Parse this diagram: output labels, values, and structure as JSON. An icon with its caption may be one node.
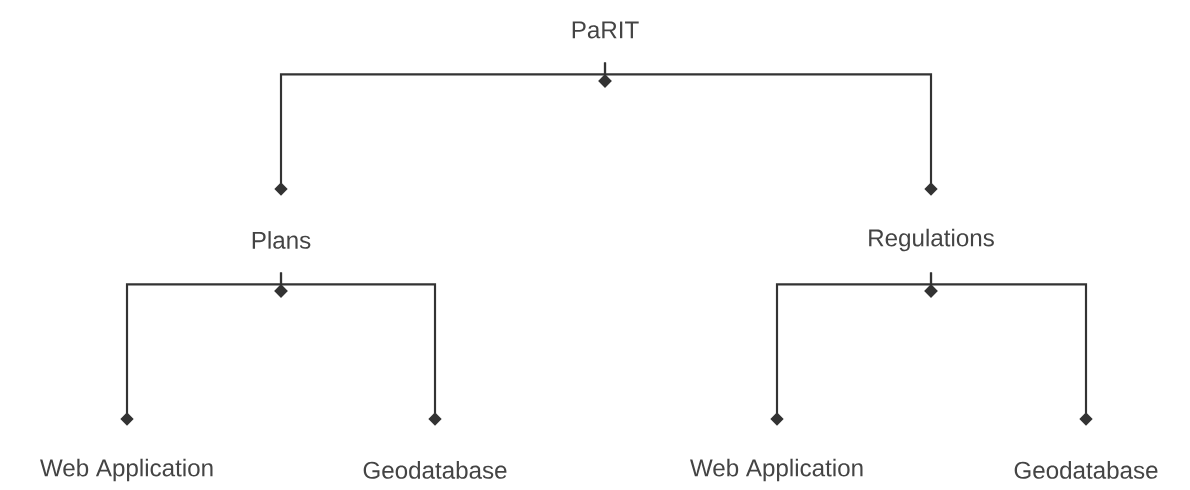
{
  "diagram": {
    "nodes": [
      {
        "text": [
          "PaRIT"
        ]
      },
      {
        "text": [
          "Plans"
        ]
      },
      {
        "text": [
          "Regulations"
        ]
      },
      {
        "text": [
          "Web Application"
        ]
      },
      {
        "text": [
          "Geodatabase"
        ]
      },
      {
        "text": [
          "Web Application"
        ]
      },
      {
        "text": [
          "Geodatabase"
        ]
      }
    ],
    "edges": [
      {
        "from": 0,
        "to": 1,
        "arrow": "other"
      },
      {
        "from": 0,
        "to": 2,
        "arrow": "other"
      },
      {
        "from": 1,
        "to": 3,
        "arrow": "other"
      },
      {
        "from": 1,
        "to": 4,
        "arrow": "other"
      },
      {
        "from": 2,
        "to": 5,
        "arrow": "other"
      },
      {
        "from": 2,
        "to": 6,
        "arrow": "other"
      }
    ]
  }
}
